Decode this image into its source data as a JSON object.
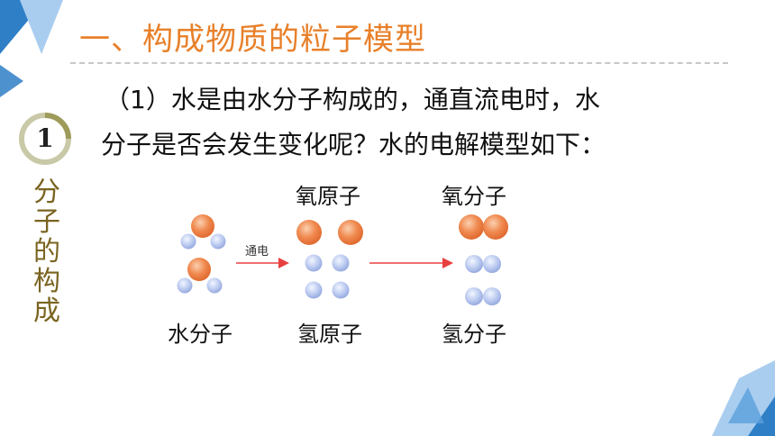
{
  "slide": {
    "title": "一、构成物质的粒子模型",
    "paragraph": {
      "line1": "（1）水是由水分子构成的，通直流电时，水",
      "line2": "分子是否会发生变化呢？水的电解模型如下："
    },
    "badge_number": "1",
    "side_label_chars": [
      "分",
      "子",
      "的",
      "构",
      "成"
    ]
  },
  "diagram": {
    "arrow_text": "通电",
    "labels": {
      "oxygen_atom": "氧原子",
      "oxygen_molecule": "氧分子",
      "water_molecule": "水分子",
      "hydrogen_atom": "氢原子",
      "hydrogen_molecule": "氢分子"
    },
    "colors": {
      "oxygen": "#f08a50",
      "hydrogen": "#b8c8f0",
      "arrow": "#e84040"
    }
  },
  "colors": {
    "title": "#e8802a",
    "accent_blue": "#2e7fc6",
    "light_blue": "#a9cdef",
    "side_label": "#7a6420"
  }
}
